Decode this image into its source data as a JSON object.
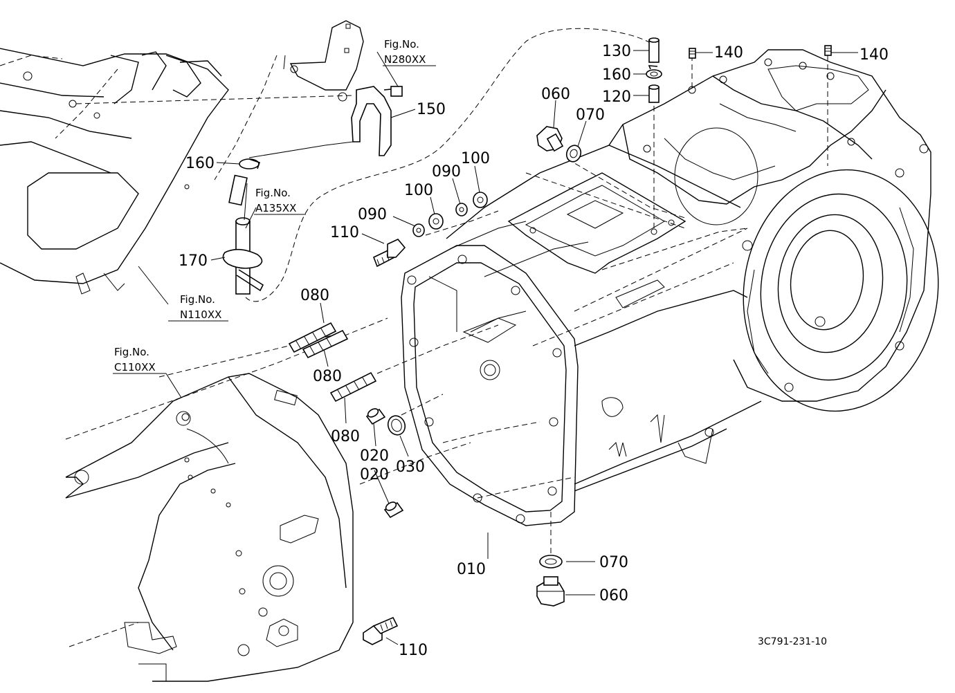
{
  "callouts": {
    "p130": "130",
    "p140a": "140",
    "p140b": "140",
    "p160a": "160",
    "p120": "120",
    "p060a": "060",
    "p070a": "070",
    "p150": "150",
    "p160b": "160",
    "p100a": "100",
    "p090a": "090",
    "p100b": "100",
    "p090b": "090",
    "p110a": "110",
    "p170": "170",
    "p080a": "080",
    "p080b": "080",
    "p080c": "080",
    "p020a": "020",
    "p030": "030",
    "p020b": "020",
    "p010": "010",
    "p070b": "070",
    "p060b": "060",
    "p110b": "110"
  },
  "references": {
    "n280_title": "Fig.No.",
    "n280_code": "N280XX",
    "a135_title": "Fig.No.",
    "a135_code": "A135XX",
    "n110_title": "Fig.No.",
    "n110_code": "N110XX",
    "c110_title": "Fig.No.",
    "c110_code": "C110XX"
  },
  "drawing_code": "3C791-231-10"
}
